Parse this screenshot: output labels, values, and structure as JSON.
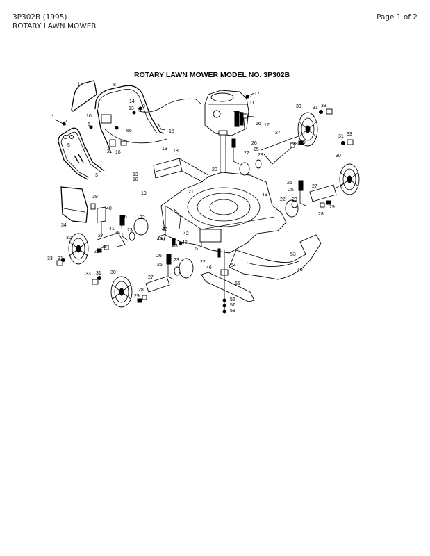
{
  "header": {
    "doc_id": "3P302B (1995)",
    "subtitle": "ROTARY LAWN MOWER",
    "page": "Page 1 of 2"
  },
  "diagram": {
    "title": "ROTARY LAWN MOWER MODEL NO.  3P302B",
    "part_labels": [
      {
        "id": "p1",
        "text": "1"
      },
      {
        "id": "p8",
        "text": "8"
      },
      {
        "id": "p14",
        "text": "14"
      },
      {
        "id": "p13a",
        "text": "13"
      },
      {
        "id": "p12",
        "text": "12"
      },
      {
        "id": "p9",
        "text": "9"
      },
      {
        "id": "p7a",
        "text": "7"
      },
      {
        "id": "p4",
        "text": "4"
      },
      {
        "id": "p10",
        "text": "10"
      },
      {
        "id": "p6",
        "text": "6"
      },
      {
        "id": "p5a",
        "text": "5"
      },
      {
        "id": "p66",
        "text": "66"
      },
      {
        "id": "p15a",
        "text": "15"
      },
      {
        "id": "p2",
        "text": "2"
      },
      {
        "id": "p16",
        "text": "16"
      },
      {
        "id": "p7b",
        "text": "7"
      },
      {
        "id": "p3",
        "text": "3"
      },
      {
        "id": "p11b",
        "text": "11"
      },
      {
        "id": "p17a",
        "text": "17"
      },
      {
        "id": "p11",
        "text": "11"
      },
      {
        "id": "p16b",
        "text": "16"
      },
      {
        "id": "p17b",
        "text": "17"
      },
      {
        "id": "p30a",
        "text": "30"
      },
      {
        "id": "p31a",
        "text": "31"
      },
      {
        "id": "p33a",
        "text": "33"
      },
      {
        "id": "p27a",
        "text": "27"
      },
      {
        "id": "p26a",
        "text": "26"
      },
      {
        "id": "p25a",
        "text": "25"
      },
      {
        "id": "p28a",
        "text": "28"
      },
      {
        "id": "p29a",
        "text": "29"
      },
      {
        "id": "p22a",
        "text": "22"
      },
      {
        "id": "p23a",
        "text": "23"
      },
      {
        "id": "p31b",
        "text": "31"
      },
      {
        "id": "p33b",
        "text": "33"
      },
      {
        "id": "p30b",
        "text": "30"
      },
      {
        "id": "p13b",
        "text": "13"
      },
      {
        "id": "p18a",
        "text": "18"
      },
      {
        "id": "p13c",
        "text": "13"
      },
      {
        "id": "p18b",
        "text": "18"
      },
      {
        "id": "p19",
        "text": "19"
      },
      {
        "id": "p20",
        "text": "20"
      },
      {
        "id": "p21",
        "text": "21"
      },
      {
        "id": "p49",
        "text": "49"
      },
      {
        "id": "p26b",
        "text": "26"
      },
      {
        "id": "p25b",
        "text": "25"
      },
      {
        "id": "p27b",
        "text": "27"
      },
      {
        "id": "p22b",
        "text": "22"
      },
      {
        "id": "p23b",
        "text": "23"
      },
      {
        "id": "p28b",
        "text": "28"
      },
      {
        "id": "p29b",
        "text": "29"
      },
      {
        "id": "p39",
        "text": "39"
      },
      {
        "id": "p40",
        "text": "40"
      },
      {
        "id": "p34",
        "text": "34"
      },
      {
        "id": "p41",
        "text": "41"
      },
      {
        "id": "p26c",
        "text": "26"
      },
      {
        "id": "p22c",
        "text": "22"
      },
      {
        "id": "p23c",
        "text": "23"
      },
      {
        "id": "p25c",
        "text": "25"
      },
      {
        "id": "p42a",
        "text": "42"
      },
      {
        "id": "p42b",
        "text": "42"
      },
      {
        "id": "p44",
        "text": "44"
      },
      {
        "id": "p43",
        "text": "43"
      },
      {
        "id": "p48",
        "text": "48"
      },
      {
        "id": "p5b",
        "text": "5"
      },
      {
        "id": "p30c",
        "text": "30"
      },
      {
        "id": "p27c",
        "text": "27"
      },
      {
        "id": "p28c",
        "text": "28"
      },
      {
        "id": "p29c",
        "text": "29"
      },
      {
        "id": "p33c",
        "text": "33"
      },
      {
        "id": "p31c",
        "text": "31"
      },
      {
        "id": "p26d",
        "text": "26"
      },
      {
        "id": "p25d",
        "text": "25"
      },
      {
        "id": "p23d",
        "text": "23"
      },
      {
        "id": "p22d",
        "text": "22"
      },
      {
        "id": "p46a",
        "text": "46"
      },
      {
        "id": "p54",
        "text": "54"
      },
      {
        "id": "p53",
        "text": "53"
      },
      {
        "id": "p45",
        "text": "45"
      },
      {
        "id": "p33d",
        "text": "33"
      },
      {
        "id": "p31d",
        "text": "31"
      },
      {
        "id": "p30d",
        "text": "30"
      },
      {
        "id": "p27d",
        "text": "27"
      },
      {
        "id": "p28d",
        "text": "28"
      },
      {
        "id": "p29d",
        "text": "29"
      },
      {
        "id": "p55",
        "text": "55"
      },
      {
        "id": "p56",
        "text": "56"
      },
      {
        "id": "p57",
        "text": "57"
      },
      {
        "id": "p58",
        "text": "58"
      }
    ]
  }
}
